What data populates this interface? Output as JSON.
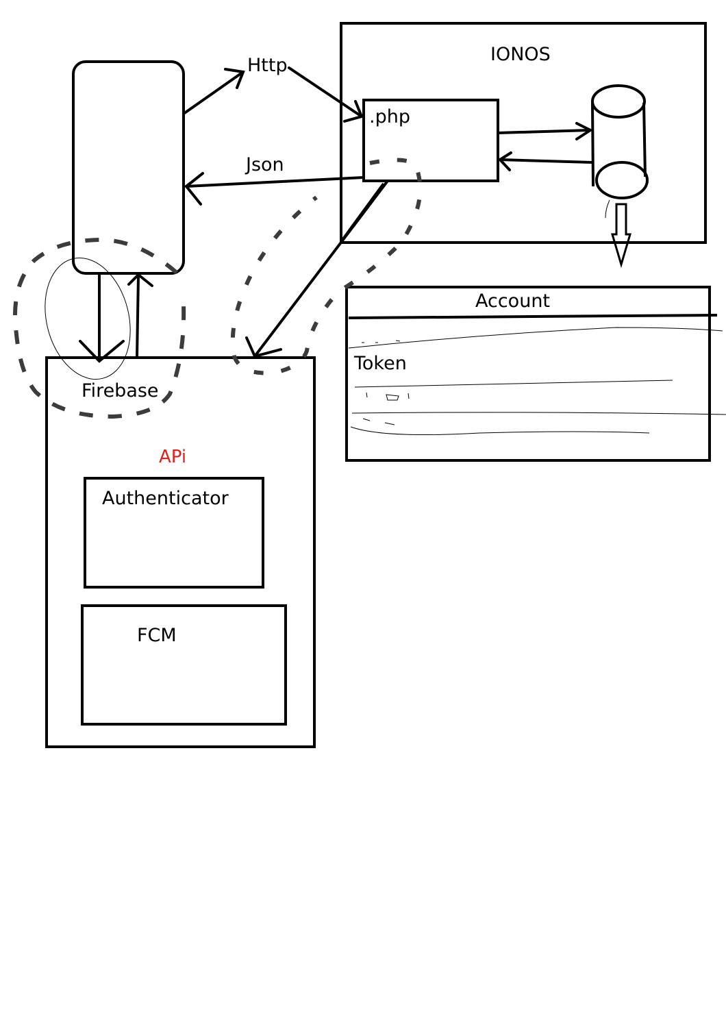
{
  "labels": {
    "http": "Http",
    "json": "Json",
    "ionos": "IONOS",
    "php": ".php",
    "account": "Account",
    "token": "Token",
    "firebase": "Firebase",
    "api": "APi",
    "authenticator": "Authenticator",
    "fcm": "FCM"
  },
  "colors": {
    "ink": "#000000",
    "dashed": "#3c3c3c",
    "api_text": "#e0201c",
    "background": "#ffffff"
  }
}
